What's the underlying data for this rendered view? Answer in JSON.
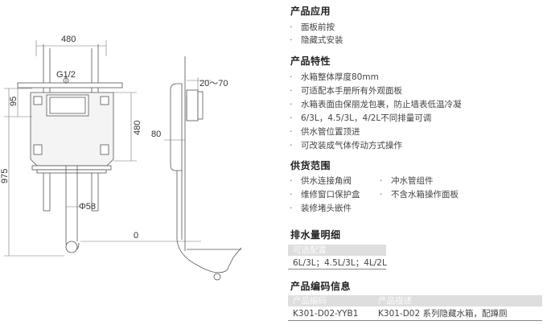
{
  "drawing": {
    "dims": {
      "width": "480",
      "inlet": "G1/2",
      "upper": "95",
      "total": "975",
      "tank": "480",
      "depth": "20～70",
      "offset": "80",
      "pipe": "Φ58",
      "floor": "0"
    }
  },
  "spec": {
    "application": {
      "title": "产品应用",
      "items": [
        "面板前按",
        "隐藏式安装"
      ]
    },
    "features": {
      "title": "产品特性",
      "items": [
        "水箱整体厚度80mm",
        "可适配本手册所有外观面板",
        "水箱表面由保丽龙包裹，防止墙表低温冷凝",
        "6/3L，4.5/3L，4/2L不同排量可调",
        "供水管位置顶进",
        "可改装成气体传动方式操作"
      ]
    },
    "supply": {
      "title": "供货范围",
      "left": [
        "供水连接角阀",
        "维修窗口保护盒",
        "装修堵头嵌件"
      ],
      "right": [
        "冲水管组件",
        "不含水箱操作面板"
      ]
    },
    "flush": {
      "title": "排水量明细",
      "header": "可选配置",
      "value": "6L/3L；4.5L/3L；4L/2L"
    },
    "code": {
      "title": "产品编码信息",
      "headers": [
        "产品编码",
        "产品描述"
      ],
      "row": [
        "K301-D02-YYB1",
        "K301-D02 系列隐藏水箱，配蹲厕"
      ]
    }
  }
}
